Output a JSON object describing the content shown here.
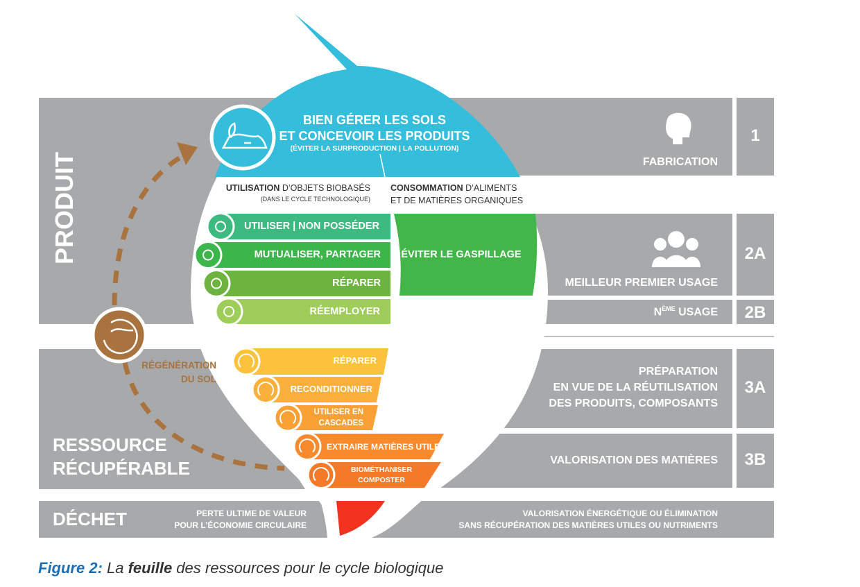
{
  "left_labels": {
    "produit": "PRODUIT",
    "ressource_line1": "RESSOURCE",
    "ressource_line2": "RÉCUPÉRABLE",
    "dechet": "DÉCHET"
  },
  "top": {
    "line1": "BIEN GÉRER LES SOLS",
    "line2": "ET CONCEVOIR LES PRODUITS",
    "line3": "(ÉVITER LA SURPRODUCTION | LA POLLUTION)"
  },
  "columns": {
    "left_bold": "UTILISATION",
    "left_rest": " D’OBJETS BIOBASÉS",
    "left_sub": "(DANS LE CYCLE TECHNOLOGIQUE)",
    "right_bold": "CONSOMMATION",
    "right_rest": " D’ALIMENTS",
    "right_line2": "ET DE MATIÈRES ORGANIQUES"
  },
  "green_items": [
    {
      "label": "UTILISER | NON POSSÉDER",
      "icon": "box-icon",
      "color": "#3dba80"
    },
    {
      "label": "MUTUALISER, PARTAGER",
      "icon": "people-share-icon",
      "color": "#3cb54a"
    },
    {
      "label": "RÉPARER",
      "icon": "tools-icon",
      "color": "#6db33f"
    },
    {
      "label": "RÉEMPLOYER",
      "icon": "reuse-icon",
      "color": "#9fcd5a"
    }
  ],
  "eviter": "ÉVITER LE GASPILLAGE",
  "orange_items": [
    {
      "label": "RÉPARER",
      "icon": "tools-cycle-icon",
      "color": "#fcc23c"
    },
    {
      "label": "RECONDITIONNER",
      "icon": "refurbish-cycle-icon",
      "color": "#fbb03b"
    },
    {
      "label": "UTILISER EN CASCADES",
      "line1": "UTILISER EN",
      "line2": "CASCADES",
      "icon": "gears-cycle-icon",
      "color": "#f9a134"
    },
    {
      "label": "EXTRAIRE MATIÈRES UTILES",
      "icon": "extract-cycle-icon",
      "color": "#f68a2c"
    },
    {
      "label": "BIOMÉTHANISER COMPOSTER",
      "line1": "BIOMÉTHANISER",
      "line2": "COMPOSTER",
      "icon": "compost-cycle-icon",
      "color": "#f47a29"
    }
  ],
  "regeneration": {
    "line1": "RÉGÉNÉRATION",
    "line2": "DU SOL",
    "color": "#a8733f"
  },
  "right_rows": [
    {
      "label": "FABRICATION",
      "num": "1",
      "icon": "head-brain-icon"
    },
    {
      "label": "MEILLEUR PREMIER USAGE",
      "num": "2A",
      "icon": "people-group-icon"
    },
    {
      "label_pre": "N",
      "label_sup": "ÈME",
      "label_post": " USAGE",
      "num": "2B"
    },
    {
      "line1": "PRÉPARATION",
      "line2": "EN VUE DE LA RÉUTILISATION",
      "line3": "DES PRODUITS, COMPOSANTS",
      "num": "3A"
    },
    {
      "label": "VALORISATION DES MATIÈRES",
      "num": "3B"
    }
  ],
  "dechet_left": {
    "line1": "PERTE ULTIME DE VALEUR",
    "line2": "POUR L’ÉCONOMIE CIRCULAIRE"
  },
  "dechet_right": {
    "line1": "VALORISATION ÉNERGÉTIQUE OU ÉLIMINATION",
    "line2": "SANS RÉCUPÉRATION DES MATIÈRES UTILES OU NUTRIMENTS"
  },
  "caption": {
    "figure": "Figure 2:",
    "pre": " La ",
    "bold": "feuille",
    "post": " des ressources pour le cycle biologique"
  },
  "colors": {
    "gray": "#a8a9ab",
    "blue": "#35bedb",
    "red": "#f0321e",
    "brown": "#a8733f"
  }
}
